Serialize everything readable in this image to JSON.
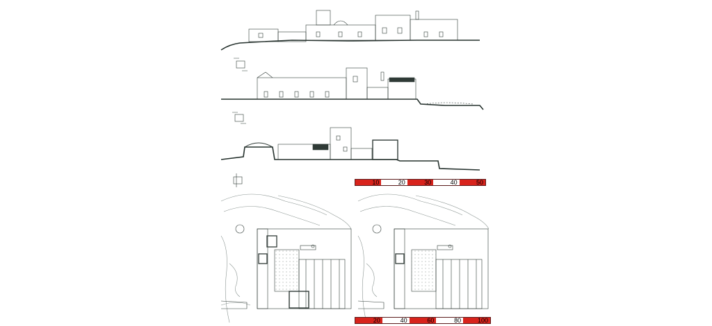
{
  "drawing": {
    "views": [
      "elevation-1",
      "elevation-2",
      "section",
      "plan-ground",
      "plan-upper"
    ],
    "colors": {
      "line": "#2f3a36",
      "ground": "#24302c",
      "scale_red": "#d8231c",
      "scale_white": "#ffffff"
    }
  },
  "scale_bar_top": {
    "labels": [
      "10",
      "20",
      "30",
      "40",
      "50"
    ],
    "colors": [
      "red",
      "white",
      "red",
      "white",
      "red"
    ]
  },
  "scale_bar_bottom": {
    "labels": [
      "20",
      "40",
      "60",
      "80",
      "100"
    ],
    "colors": [
      "red",
      "white",
      "red",
      "white",
      "red"
    ]
  }
}
